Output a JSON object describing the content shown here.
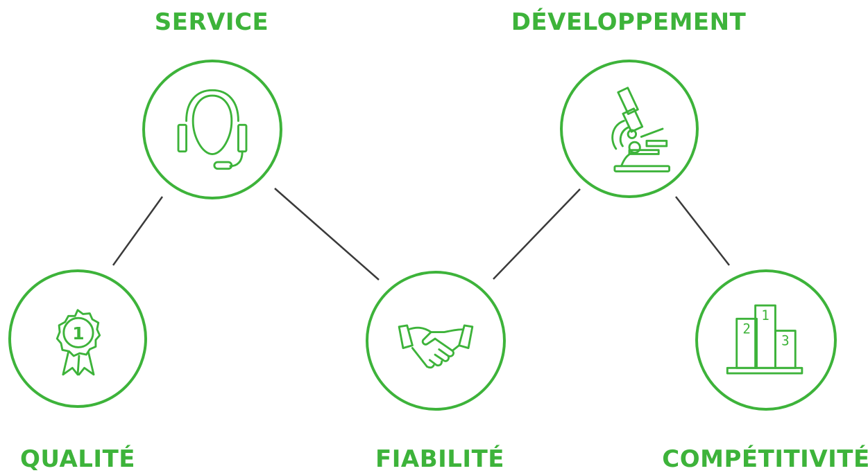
{
  "accent_color": "#3db33a",
  "line_color": "#3a3a3a",
  "nodes": [
    {
      "label": "SERVICE",
      "icon": "headset-icon"
    },
    {
      "label": "DÉVELOPPEMENT",
      "icon": "microscope-icon"
    },
    {
      "label": "QUALITÉ",
      "icon": "medal-ribbon-icon",
      "icon_text": "1"
    },
    {
      "label": "FIABILITÉ",
      "icon": "handshake-icon"
    },
    {
      "label": "COMPÉTITIVITÉ",
      "icon": "podium-icon",
      "podium_text": [
        "1",
        "2",
        "3"
      ]
    }
  ]
}
